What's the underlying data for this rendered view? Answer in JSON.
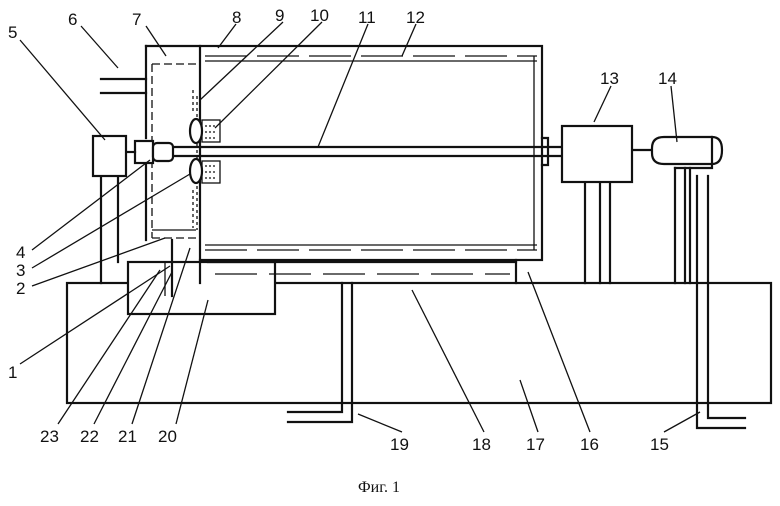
{
  "caption": "Фиг. 1",
  "labels": {
    "n1": "1",
    "n2": "2",
    "n3": "3",
    "n4": "4",
    "n5": "5",
    "n6": "6",
    "n7": "7",
    "n8": "8",
    "n9": "9",
    "n10": "10",
    "n11": "11",
    "n12": "12",
    "n13": "13",
    "n14": "14",
    "n15": "15",
    "n16": "16",
    "n17": "17",
    "n18": "18",
    "n19": "19",
    "n20": "20",
    "n21": "21",
    "n22": "22",
    "n23": "23"
  }
}
